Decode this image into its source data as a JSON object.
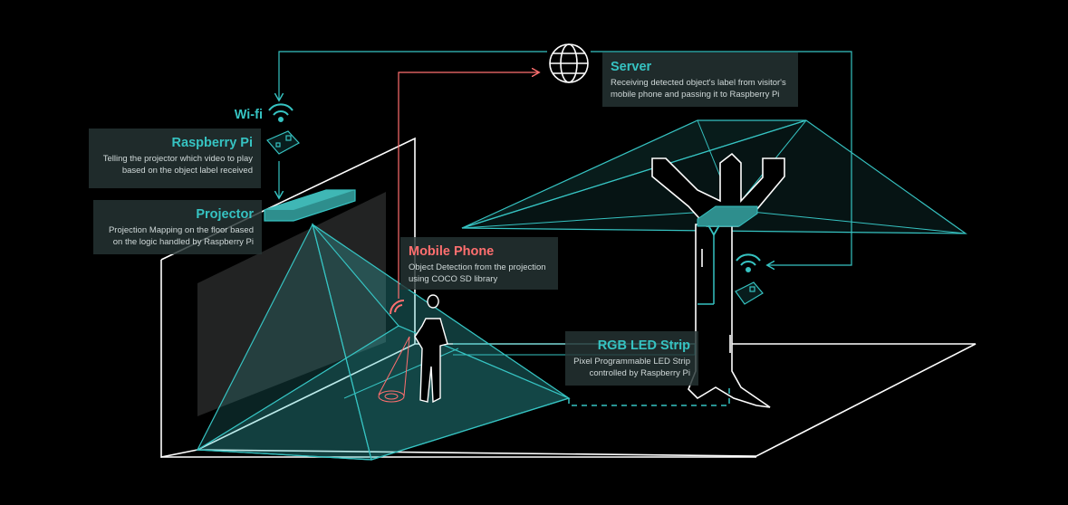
{
  "labels": {
    "wifi": {
      "title": "Wi-fi"
    },
    "raspberry_pi": {
      "title": "Raspberry Pi",
      "line1": "Telling the projector which video to play",
      "line2": "based on the object label received"
    },
    "projector": {
      "title": "Projector",
      "line1": "Projection Mapping on the floor based",
      "line2": "on the logic handled by Raspberry Pi"
    },
    "server": {
      "title": "Server",
      "line1": "Receiving detected object's label from visitor's",
      "line2": "mobile phone and passing it to Raspberry Pi"
    },
    "mobile_phone": {
      "title": "Mobile Phone",
      "line1": "Object Detection from the projection",
      "line2": "using COCO SD library"
    },
    "rgb_led_strip": {
      "title": "RGB LED Strip",
      "line1": "Pixel Programmable LED Strip",
      "line2": "controlled by Raspberry Pi"
    }
  },
  "colors": {
    "teal": "#36c3c2",
    "red": "#ff6f6f",
    "white": "#ffffff",
    "panel": "#263434"
  },
  "icons": [
    "globe-icon",
    "wifi-icon",
    "raspberry-pi-board-icon",
    "projector-icon",
    "person-icon",
    "tree-icon"
  ]
}
